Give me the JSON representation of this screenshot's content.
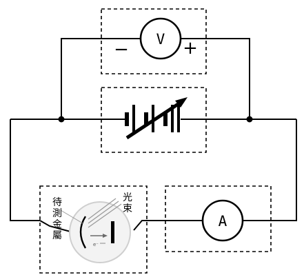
{
  "voltmeter": {
    "symbol": "V",
    "negative_sign": "−",
    "positive_sign": "+"
  },
  "ammeter": {
    "symbol": "A"
  },
  "labels": {
    "metal_line1": "待",
    "metal_line2": "測",
    "metal_line3": "金",
    "metal_line4": "屬",
    "light_line1": "光",
    "light_line2": "束",
    "electron": "e⁻"
  }
}
